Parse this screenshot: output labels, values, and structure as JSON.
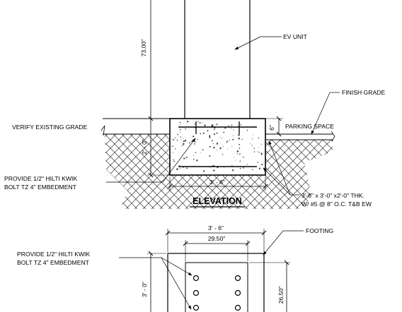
{
  "elevation": {
    "height_dim": "73.00\"",
    "ev_unit": "EV UNIT",
    "finish_grade": "FINISH GRADE",
    "verify_grade": "VERIFY EXISTING GRADE",
    "parking_space": "PARKING SPACE",
    "curb_dim": "6\"",
    "depth_dim": "2' - 0\"",
    "width_dim": "3' - 6\"",
    "anchor_note": [
      "PROVIDE 1/2\" HILTI KWIK",
      "BOLT TZ 4\" EMBEDMENT"
    ],
    "footing_note": [
      "3'-6\" x 3'-0\" x2'-0\" THK.",
      "W/ #5 @ 8\" O.C. T&B EW"
    ],
    "title": "ELEVATION"
  },
  "plan": {
    "width_dim": "3' - 6\"",
    "inner_width_dim": "29.50\"",
    "footing_label": "FOOTING",
    "anchor_note": [
      "PROVIDE 1/2\" HILTI KWIK",
      "BOLT TZ 4\" EMBEDMENT"
    ],
    "length_dim": "3' - 0\"",
    "inner_length_dim": "26.50\""
  }
}
